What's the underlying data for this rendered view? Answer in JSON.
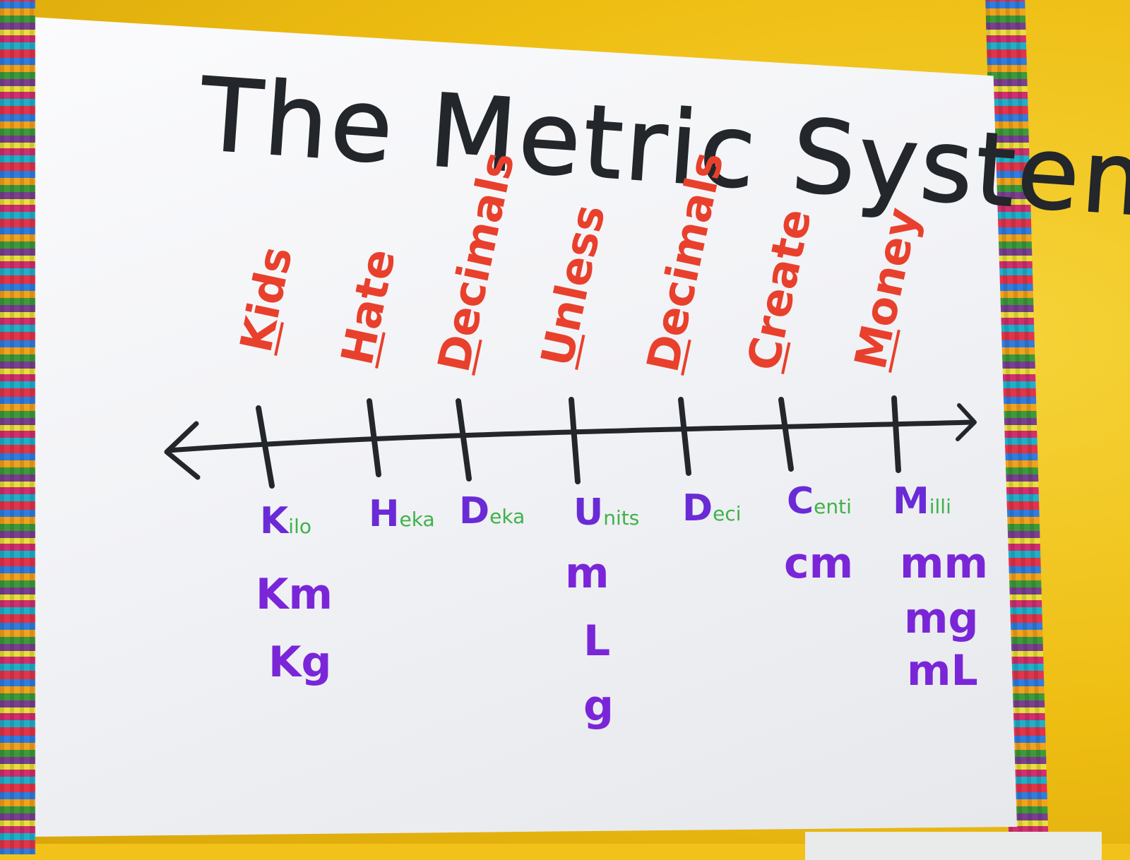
{
  "chart_title": "The Metric System",
  "mnemonic": [
    "Kids",
    "Hate",
    "Decimals",
    "Unless",
    "Decimals",
    "Create",
    "Money"
  ],
  "prefixes": [
    {
      "cap": "K",
      "rest": "ilo"
    },
    {
      "cap": "H",
      "rest": "eka"
    },
    {
      "cap": "D",
      "rest": "eka"
    },
    {
      "cap": "U",
      "rest": "nits"
    },
    {
      "cap": "D",
      "rest": "eci"
    },
    {
      "cap": "C",
      "rest": "enti"
    },
    {
      "cap": "M",
      "rest": "illi"
    }
  ],
  "units": {
    "kilo": [
      "Km",
      "Kg"
    ],
    "units": [
      "m",
      "L",
      "g"
    ],
    "centi": [
      "cm"
    ],
    "milli": [
      "mm",
      "mg",
      "mL"
    ]
  },
  "colors": {
    "wall": "#f2c21b",
    "title": "#23262b",
    "mnemonic": "#e8402c",
    "prefix_cap": "#6a2bd6",
    "prefix_rest": "#3fb24a",
    "units": "#7a26d8"
  }
}
